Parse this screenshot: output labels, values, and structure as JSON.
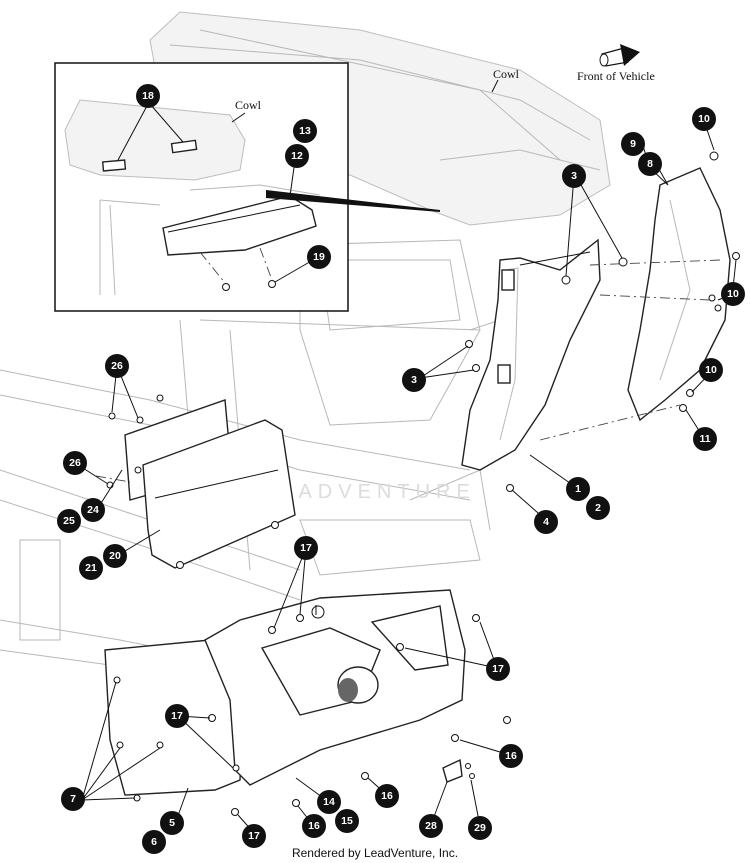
{
  "labels": {
    "cowl_main": "Cowl",
    "cowl_inset": "Cowl",
    "front_of_vehicle": "Front of Vehicle",
    "watermark": "LEADVENTURE",
    "footer": "Rendered by LeadVenture, Inc."
  },
  "callouts": [
    "18",
    "13",
    "12",
    "19",
    "3",
    "10",
    "9",
    "8",
    "10",
    "3",
    "26",
    "26",
    "10",
    "11",
    "1",
    "2",
    "4",
    "24",
    "25",
    "20",
    "21",
    "17",
    "17",
    "7",
    "5",
    "6",
    "14",
    "15",
    "16",
    "16",
    "16",
    "17",
    "28",
    "29",
    "17"
  ]
}
